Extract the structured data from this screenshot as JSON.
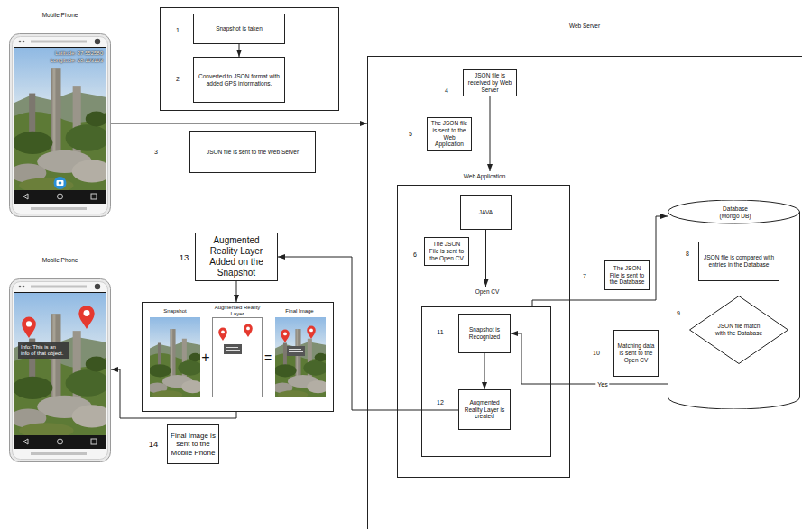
{
  "diagram": {
    "nodes": [
      {
        "text": [
          "Mobile Phone",
          "Latitude: 37.552580",
          "Longitude: 28.103103"
        ]
      },
      {
        "text": [
          "Snapshot is taken"
        ]
      },
      {
        "text": [
          "Converted to JSON format with added GPS informations."
        ]
      },
      {
        "text": [
          "JSON file is sent to the Web Server"
        ]
      },
      {
        "text": [
          "Web Server"
        ]
      },
      {
        "text": [
          "JSON file is received by Web Server"
        ],
        "in": 4
      },
      {
        "text": [
          "The JSON file is sent to the Web Application"
        ],
        "in": 4
      },
      {
        "text": [
          "Web Application"
        ],
        "in": 4
      },
      {
        "text": [
          "JAVA"
        ],
        "in": 7
      },
      {
        "text": [
          "The JSON File is sent to the Open CV"
        ],
        "in": 7
      },
      {
        "text": [
          "Open CV"
        ],
        "in": 7
      },
      {
        "text": [
          "Snapshot is Recognized"
        ],
        "in": 10
      },
      {
        "text": [
          "Augmented Reality Layer is created"
        ],
        "in": 10
      },
      {
        "text": [
          "The JSON File is sent to the Database"
        ],
        "in": 4
      },
      {
        "text": [
          "Database (Mongo DB)"
        ],
        "in": 4
      },
      {
        "text": [
          "JSON file is compared with entries in the Database"
        ],
        "in": 14
      },
      {
        "text": [
          "JSON file match with the Database"
        ],
        "in": 14
      },
      {
        "text": [
          "Matching data is sent to the Open CV"
        ],
        "in": 4
      },
      {
        "text": [
          "Mobile Phone",
          "Info: This is an info of that object."
        ]
      },
      {
        "text": [
          "Augmented Reality Layer Added on the Snapshot"
        ]
      },
      {
        "text": [
          "Snapshot",
          "Augmented Reality Layer",
          "Final Image"
        ]
      },
      {
        "text": [
          "Final Image is sent to the Mobile Phone"
        ]
      }
    ],
    "edges": [
      {
        "from": 0,
        "to": 4,
        "arrow": "to"
      },
      {
        "from": 1,
        "to": 2,
        "arrow": "to"
      },
      {
        "from": 5,
        "to": 7,
        "arrow": "to"
      },
      {
        "from": 8,
        "to": 10,
        "arrow": "to"
      },
      {
        "from": 10,
        "to": 14,
        "arrow": "to"
      },
      {
        "from": 15,
        "to": 16,
        "arrow": "to"
      },
      {
        "from": 16,
        "to": 11,
        "label": "Yes",
        "arrow": "to"
      },
      {
        "from": 11,
        "to": 12,
        "arrow": "to"
      },
      {
        "from": 12,
        "to": 19,
        "arrow": "to"
      },
      {
        "from": 19,
        "to": 20,
        "arrow": "to"
      },
      {
        "from": 20,
        "to": 18,
        "arrow": "to"
      }
    ],
    "labels": [
      "1",
      "2",
      "3",
      "4",
      "5",
      "6",
      "7",
      "8",
      "9",
      "10",
      "11",
      "12",
      "13",
      "14",
      "+",
      "="
    ]
  }
}
